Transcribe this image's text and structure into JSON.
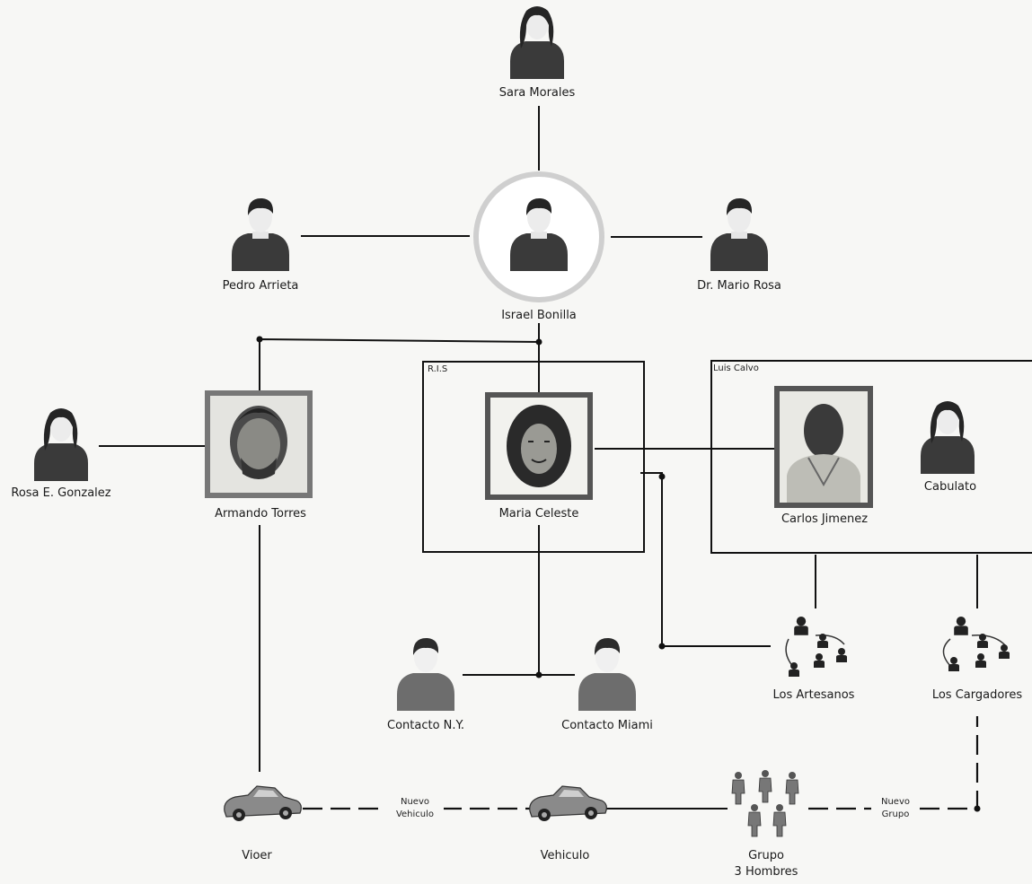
{
  "groups": {
    "rica": "R.I.S",
    "luis": "Luis Calvo"
  },
  "nodes": {
    "sara": "Sara Morales",
    "israel": "Israel Bonilla",
    "pedro": "Pedro Arrieta",
    "mario": "Dr. Mario Rosa",
    "armando": "Armando Torres",
    "rosa": "Rosa E. Gonzalez",
    "maria": "Maria Celeste",
    "carlos": "Carlos Jimenez",
    "cabulato": "Cabulato",
    "artesanos": "Los Artesanos",
    "cargadores": "Los Cargadores",
    "contacto_ny": "Contacto N.Y.",
    "contacto_miami": "Contacto Miami",
    "vehiculo1": "Vioer",
    "vehiculo2": "Vehiculo",
    "grupo_l1": "Grupo",
    "grupo_l2": "3 Hombres"
  },
  "edges": {
    "nuevo_vehiculo_l1": "Nuevo",
    "nuevo_vehiculo_l2": "Vehiculo",
    "nuevo_grupo_l1": "Nuevo",
    "nuevo_grupo_l2": "Grupo"
  },
  "icons": {
    "person_male": "person-male-icon",
    "person_female": "person-female-icon",
    "photo": "photo-portrait-icon",
    "group": "group-network-icon",
    "car": "car-icon",
    "men": "men-group-icon"
  }
}
